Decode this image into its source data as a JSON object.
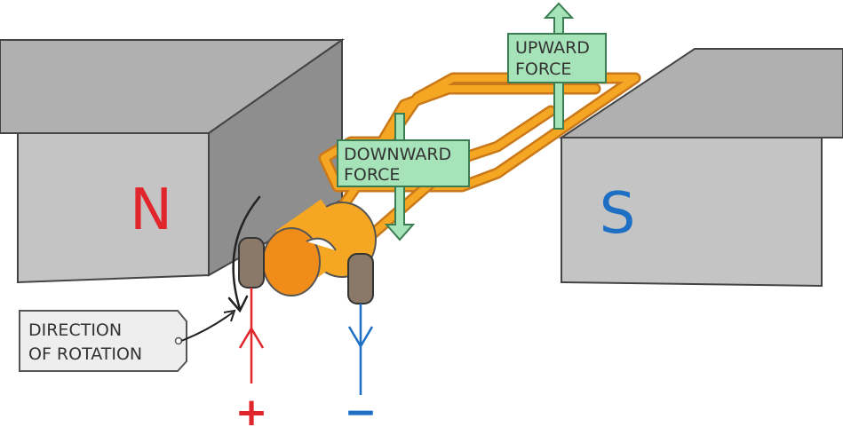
{
  "magnets": {
    "north": {
      "letter": "N",
      "color": "#e0252b"
    },
    "south": {
      "letter": "S",
      "color": "#1d6fc4"
    }
  },
  "forces": {
    "upward": {
      "line1": "UPWARD",
      "line2": "FORCE"
    },
    "downward": {
      "line1": "DOWNWARD",
      "line2": "FORCE"
    }
  },
  "rotation_label": {
    "line1": "DIRECTION",
    "line2": "OF ROTATION"
  },
  "terminals": {
    "positive": {
      "sign": "+",
      "color": "#e0252b"
    },
    "negative": {
      "sign": "−",
      "color": "#1d6fc4"
    }
  },
  "colors": {
    "coil": "#f5a623",
    "coil_outline": "#c9791a",
    "force_box": "#a6e3b8",
    "magnet_front": "#c4c4c4",
    "magnet_side": "#8e8e8e",
    "magnet_top": "#b0b0b0",
    "brush": "#8a7868"
  }
}
